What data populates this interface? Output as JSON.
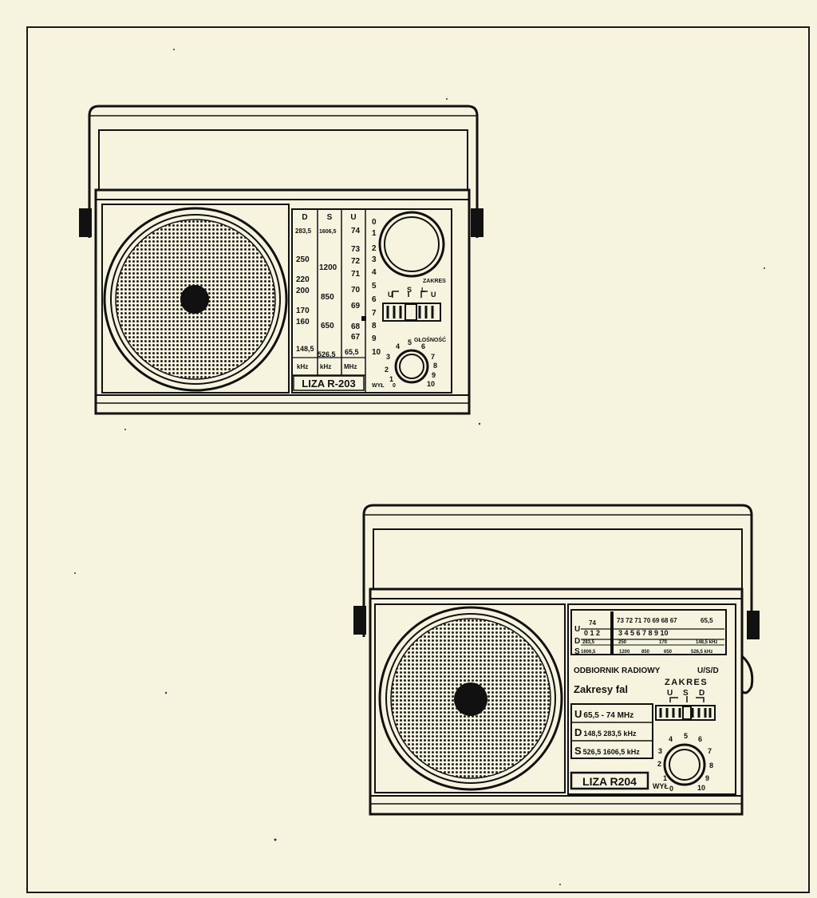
{
  "radio_203": {
    "band_headers": [
      "D",
      "S",
      "U"
    ],
    "d_scale": [
      "283,5",
      "250",
      "220",
      "200",
      "170",
      "160",
      "148,5"
    ],
    "s_scale": [
      "1606,5",
      "1200",
      "850",
      "650",
      "526,5"
    ],
    "u_scale": [
      "74",
      "73",
      "72",
      "71",
      "70",
      "69",
      "68",
      "67",
      "65,5"
    ],
    "units": [
      "kHz",
      "kHz",
      "MHz"
    ],
    "dial_numbers": [
      "0",
      "1",
      "2",
      "3",
      "4",
      "5",
      "6",
      "7",
      "8",
      "9",
      "10"
    ],
    "zakres_label": "ZAKRES",
    "switch_positions": [
      "U",
      "S",
      "L",
      "U"
    ],
    "volume_label": "GŁOŚNOŚĆ",
    "volume_numbers": [
      "1",
      "2",
      "3",
      "4",
      "5",
      "6",
      "7",
      "8",
      "9",
      "10"
    ],
    "off_label": "WYŁ",
    "off_zero": "0",
    "model": "LIZA R-203"
  },
  "radio_204": {
    "u_row": [
      "74",
      "73 72 71 70 69 68 67",
      "65,5"
    ],
    "dial_row": [
      "0 1 2",
      "3 4 5 6 7 8 9 10"
    ],
    "d_row": [
      "283,5",
      "250",
      "170",
      "148,5 kHz"
    ],
    "s_row": [
      "1606,5",
      "1200",
      "850",
      "650",
      "526,5 kHz"
    ],
    "band_letters": [
      "U",
      "D",
      "S"
    ],
    "title": "ODBIORNIK RADIOWY",
    "bands_code": "U/S/D",
    "zakresy_title": "Zakresy fal",
    "band_table": [
      {
        "band": "U",
        "range": "65,5 - 74 MHz"
      },
      {
        "band": "D",
        "range": "148,5  283,5 kHz"
      },
      {
        "band": "S",
        "range": "526,5  1606,5 kHz"
      }
    ],
    "zakres_label": "ZAKRES",
    "zakres_positions": [
      "U",
      "S",
      "D"
    ],
    "volume_numbers": [
      "1",
      "2",
      "3",
      "4",
      "5",
      "6",
      "7",
      "8",
      "9",
      "10"
    ],
    "off_label": "WYŁ",
    "off_zero": "0",
    "model": "LIZA R204"
  }
}
